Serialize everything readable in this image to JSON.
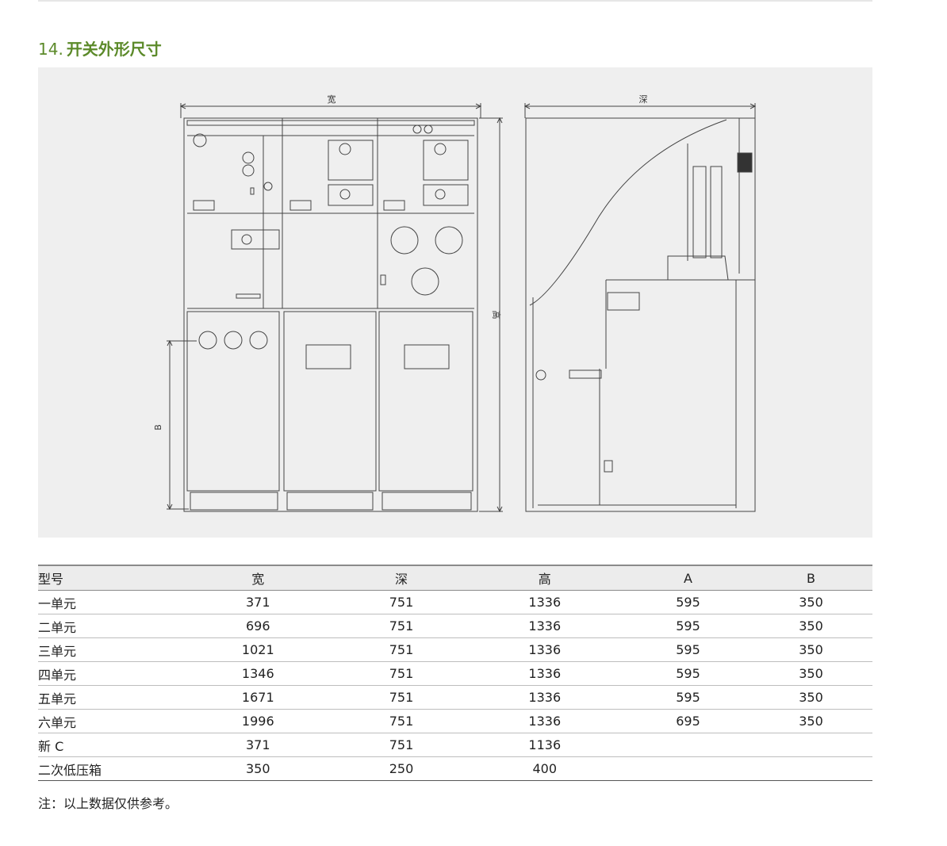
{
  "section": {
    "number": "14.",
    "title": "开关外形尺寸"
  },
  "drawing": {
    "width_label": "宽",
    "depth_label": "深",
    "height_label": "高",
    "b_label": "B"
  },
  "table": {
    "headers": [
      "型号",
      "宽",
      "深",
      "高",
      "A",
      "B"
    ],
    "rows": [
      [
        "一单元",
        "371",
        "751",
        "1336",
        "595",
        "350"
      ],
      [
        "二单元",
        "696",
        "751",
        "1336",
        "595",
        "350"
      ],
      [
        "三单元",
        "1021",
        "751",
        "1336",
        "595",
        "350"
      ],
      [
        "四单元",
        "1346",
        "751",
        "1336",
        "595",
        "350"
      ],
      [
        "五单元",
        "1671",
        "751",
        "1336",
        "595",
        "350"
      ],
      [
        "六单元",
        "1996",
        "751",
        "1336",
        "695",
        "350"
      ],
      [
        "新 C",
        "371",
        "751",
        "1136",
        "",
        ""
      ],
      [
        "二次低压箱",
        "350",
        "250",
        "400",
        "",
        ""
      ]
    ]
  },
  "note": "注：以上数据仅供参考。",
  "colors": {
    "title_green": "#5c8a2a",
    "panel_bg": "#efefef",
    "line": "#444444"
  }
}
